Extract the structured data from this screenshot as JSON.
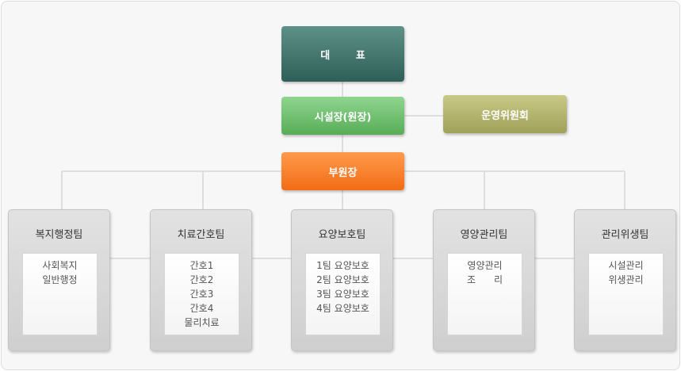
{
  "org": {
    "ceo": "대 표",
    "director": "시설장(원장)",
    "committee": "운영위원회",
    "vice_director": "부원장",
    "teams": [
      {
        "title": "복지행정팀",
        "members": [
          "사회복지",
          "일반행정"
        ]
      },
      {
        "title": "치료간호팀",
        "members": [
          "간호1",
          "간호2",
          "간호3",
          "간호4",
          "물리치료"
        ]
      },
      {
        "title": "요양보호팀",
        "members": [
          "1팀 요양보호",
          "2팀 요양보호",
          "3팀 요양보호",
          "4팀 요양보호"
        ]
      },
      {
        "title": "영양관리팀",
        "members": [
          "영양관리",
          "조      리"
        ]
      },
      {
        "title": "관리위생팀",
        "members": [
          "시설관리",
          "위생관리"
        ]
      }
    ]
  },
  "colors": {
    "ceo": "#3f6f68",
    "director": "#6fc16f",
    "committee": "#b3b56e",
    "vice_director": "#f7822e",
    "team_box": "#d9d9d9",
    "connector": "#dedede"
  }
}
